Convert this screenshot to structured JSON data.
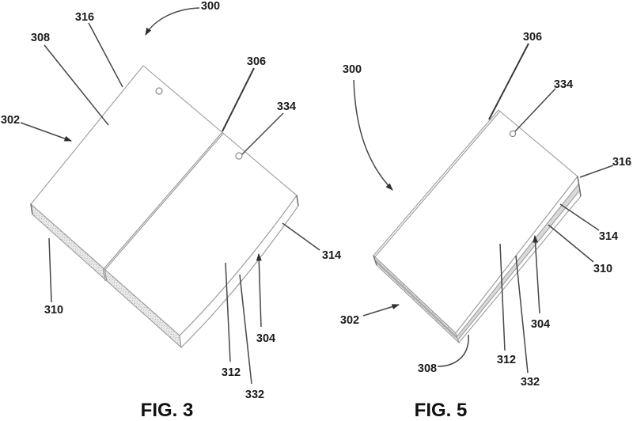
{
  "page": {
    "background": "#ffffff",
    "kind_visible_text_only": true
  },
  "palette": {
    "ink": "#1a1a1a",
    "face_line": "#9b9b9b",
    "leader_line": "#474747",
    "hatch_dot": "#9c9c9c",
    "layer_gray": "#d4d4d4"
  },
  "fig3": {
    "caption": "FIG. 3",
    "refs": {
      "r300": "300",
      "r302": "302",
      "r304": "304",
      "r306": "306",
      "r308": "308",
      "r310": "310",
      "r312": "312",
      "r314": "314",
      "r316": "316",
      "r332": "332",
      "r334": "334"
    }
  },
  "fig5": {
    "caption": "FIG. 5",
    "refs": {
      "r300": "300",
      "r302": "302",
      "r304": "304",
      "r306": "306",
      "r308": "308",
      "r310": "310",
      "r312": "312",
      "r314": "314",
      "r316": "316",
      "r332": "332",
      "r334": "334"
    }
  }
}
